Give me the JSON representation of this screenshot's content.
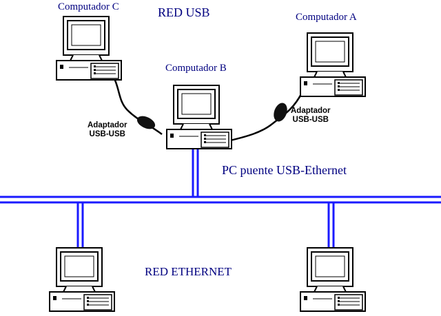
{
  "labels": {
    "red_usb": "RED USB",
    "computer_c": "Computador C",
    "computer_b": "Computador B",
    "computer_a": "Computador A",
    "bridge": "PC puente USB-Ethernet",
    "red_ethernet": "RED ETHERNET"
  },
  "adapters": {
    "left": {
      "line1": "Adaptador",
      "line2": "USB-USB"
    },
    "right": {
      "line1": "Adaptador",
      "line2": "USB-USB"
    }
  },
  "colors": {
    "label_text": "#000080",
    "ethernet_line": "#1a1aff",
    "cable": "#000000"
  }
}
